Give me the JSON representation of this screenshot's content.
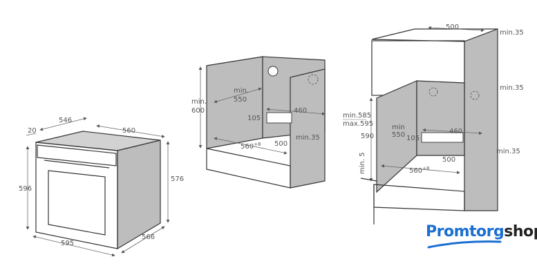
{
  "oven": {
    "dims": {
      "depth_body": "546",
      "width_top": "560",
      "door": "20",
      "height": "596",
      "height_body": "576",
      "width_front": "595",
      "depth_side": "566"
    }
  },
  "under_counter": {
    "min_height_line1": "min.",
    "min_height_line2": "600",
    "min_depth_line1": "min.",
    "min_depth_line2": "550",
    "vent_height": "105",
    "vent_width": "460",
    "width": "560",
    "width_tol": "+8",
    "depth": "500",
    "gap": "min.35"
  },
  "column": {
    "top_depth": "500",
    "gap_top": "min.35",
    "gap_mid": "min.35",
    "gap_side": "min.35",
    "niche_min": "min.585",
    "niche_max": "max.595",
    "height": "590",
    "min_depth_line1": "min",
    "min_depth_line2": "550",
    "vent_height": "105",
    "vent_width": "460",
    "depth": "500",
    "width": "560",
    "width_tol": "+8",
    "bottom_gap": "min. 5"
  },
  "logo": {
    "part1": "Promtorg",
    "part2": "shop",
    "colors": {
      "blue": "#1a6fd1",
      "dark": "#222222"
    }
  }
}
